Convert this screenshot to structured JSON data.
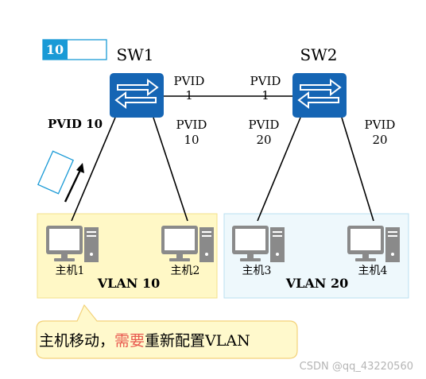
{
  "badge": {
    "value": "10"
  },
  "switches": {
    "sw1": {
      "label": "SW1"
    },
    "sw2": {
      "label": "SW2"
    }
  },
  "ports": {
    "sw1_trunk_pvid": {
      "line1": "PVID",
      "line2": "1"
    },
    "sw2_trunk_pvid": {
      "line1": "PVID",
      "line2": "1"
    },
    "sw1_host1_pvid": {
      "text": "PVID 10"
    },
    "sw1_host2_pvid": {
      "line1": "PVID",
      "line2": "10"
    },
    "sw2_host3_pvid": {
      "line1": "PVID",
      "line2": "20"
    },
    "sw2_host4_pvid": {
      "line1": "PVID",
      "line2": "20"
    }
  },
  "hosts": {
    "host1": {
      "label": "主机1"
    },
    "host2": {
      "label": "主机2"
    },
    "host3": {
      "label": "主机3"
    },
    "host4": {
      "label": "主机4"
    }
  },
  "vlans": {
    "vlan10": {
      "label": "VLAN 10"
    },
    "vlan20": {
      "label": "VLAN 20"
    }
  },
  "callout": {
    "prefix": "主机移动，",
    "highlight": "需要",
    "suffix": "重新配置VLAN"
  },
  "watermark": {
    "text": "CSDN @qq_43220560"
  },
  "colors": {
    "switch_blue": "#1565b4",
    "badge_blue": "#1a9ad6",
    "vlan10_fill": "#fff8c6",
    "vlan20_fill": "#eef8fc",
    "callout_fill": "#fff9cc",
    "highlight_red": "#e8594f"
  }
}
